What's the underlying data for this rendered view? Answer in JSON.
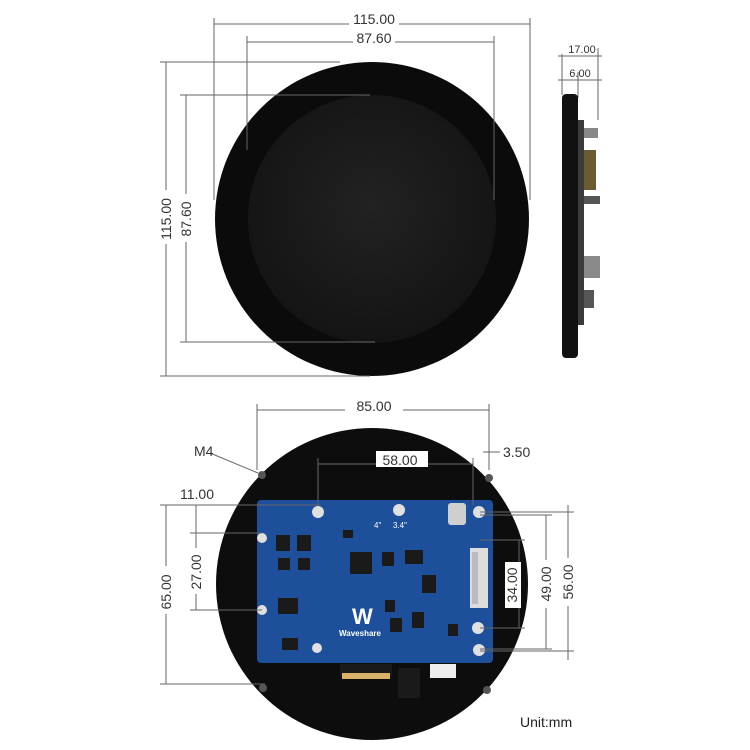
{
  "front_view": {
    "outer_width": "115.00",
    "inner_width": "87.60",
    "outer_height": "115.00",
    "inner_height": "87.60"
  },
  "side_view": {
    "total_depth": "17.00",
    "panel_depth": "6.00"
  },
  "back_view": {
    "hole_span": "85.00",
    "hole_type": "M4",
    "inner_hole_span": "58.00",
    "edge_offset": "3.50",
    "left_offset": "11.00",
    "left_spacing": "27.00",
    "left_height": "65.00",
    "right_inner_height": "34.00",
    "right_mid_height": "49.00",
    "right_outer_height": "56.00"
  },
  "board": {
    "brand": "Waveshare",
    "silk_4in": "4\"",
    "silk_34in": "3.4\""
  },
  "unit_label": "Unit:mm",
  "colors": {
    "panel": "#0d0d0d",
    "screen": "#1c1c1c",
    "pcb": "#1c4f9c",
    "dimension": "#555555"
  }
}
